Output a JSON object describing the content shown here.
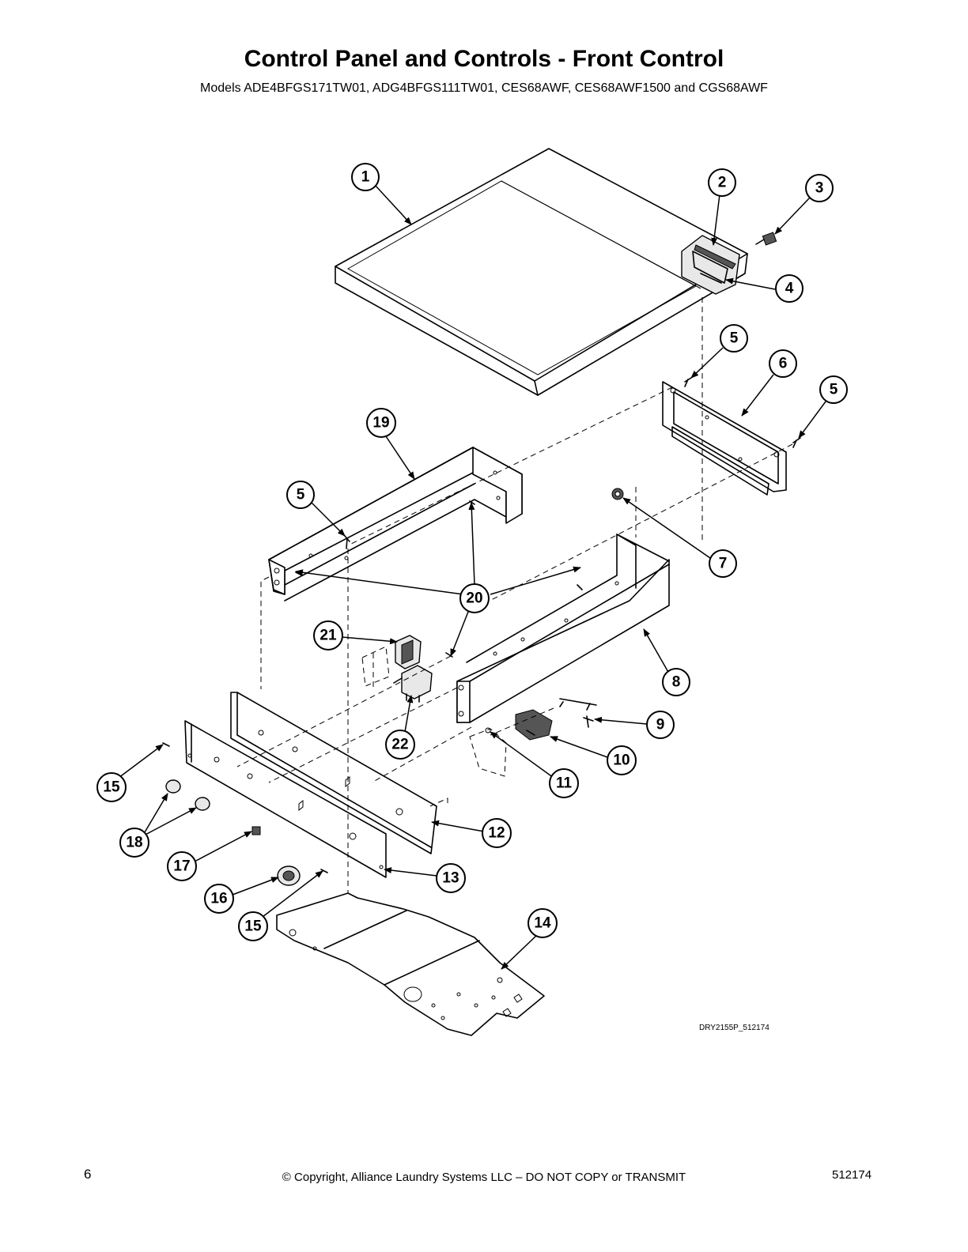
{
  "page": {
    "title": "Control Panel and Controls - Front Control",
    "subtitle": "Models ADE4BFGS171TW01, ADG4BFGS111TW01, CES68AWF, CES68AWF1500 and CGS68AWF",
    "drawing_code": "DRY2155P_512174",
    "page_number": "6",
    "copyright": "© Copyright, Alliance Laundry Systems LLC – DO NOT COPY or TRANSMIT",
    "doc_number": "512174"
  },
  "callouts": [
    {
      "id": "c1",
      "label": "1"
    },
    {
      "id": "c2",
      "label": "2"
    },
    {
      "id": "c3",
      "label": "3"
    },
    {
      "id": "c4",
      "label": "4"
    },
    {
      "id": "c5a",
      "label": "5"
    },
    {
      "id": "c6",
      "label": "6"
    },
    {
      "id": "c5b",
      "label": "5"
    },
    {
      "id": "c19",
      "label": "19"
    },
    {
      "id": "c5c",
      "label": "5"
    },
    {
      "id": "c7",
      "label": "7"
    },
    {
      "id": "c20",
      "label": "20"
    },
    {
      "id": "c21",
      "label": "21"
    },
    {
      "id": "c8",
      "label": "8"
    },
    {
      "id": "c9",
      "label": "9"
    },
    {
      "id": "c22",
      "label": "22"
    },
    {
      "id": "c10",
      "label": "10"
    },
    {
      "id": "c11",
      "label": "11"
    },
    {
      "id": "c15a",
      "label": "15"
    },
    {
      "id": "c18",
      "label": "18"
    },
    {
      "id": "c12",
      "label": "12"
    },
    {
      "id": "c17",
      "label": "17"
    },
    {
      "id": "c13",
      "label": "13"
    },
    {
      "id": "c16",
      "label": "16"
    },
    {
      "id": "c15b",
      "label": "15"
    },
    {
      "id": "c14",
      "label": "14"
    }
  ]
}
